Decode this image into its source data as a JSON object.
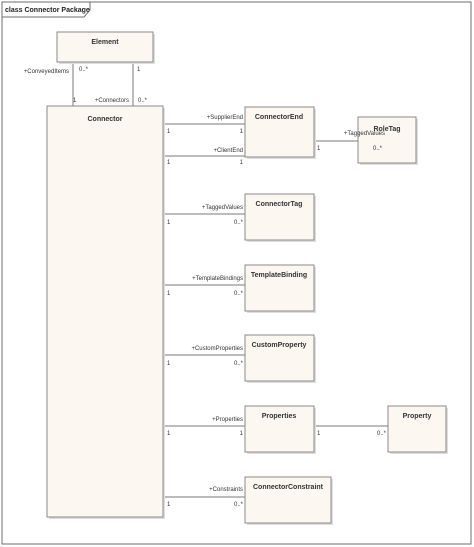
{
  "frame": {
    "title": "class Connector Package"
  },
  "classes": {
    "element": "Element",
    "connector": "Connector",
    "connector_end": "ConnectorEnd",
    "role_tag": "RoleTag",
    "connector_tag": "ConnectorTag",
    "template_binding": "TemplateBinding",
    "custom_property": "CustomProperty",
    "properties": "Properties",
    "property": "Property",
    "connector_constraint": "ConnectorConstraint"
  },
  "associations": {
    "conveyed_items": {
      "role": "+ConveyedItems",
      "mult_element": "0..*",
      "mult_connector": "1"
    },
    "connectors": {
      "role": "+Connectors",
      "mult_element": "1",
      "mult_connector": "0..*"
    },
    "supplier_end": {
      "role": "+SupplierEnd",
      "mult_source": "1",
      "mult_target": "1"
    },
    "client_end": {
      "role": "+ClientEnd",
      "mult_source": "1",
      "mult_target": "1"
    },
    "end_tagged_values": {
      "role": "+TaggedValues",
      "mult_source": "1",
      "mult_target": "0..*"
    },
    "tagged_values": {
      "role": "+TaggedValues",
      "mult_source": "1",
      "mult_target": "0..*"
    },
    "template_bindings": {
      "role": "+TemplateBindings",
      "mult_source": "1",
      "mult_target": "0..*"
    },
    "custom_properties": {
      "role": "+CustomProperties",
      "mult_source": "1",
      "mult_target": "0..*"
    },
    "properties": {
      "role": "+Properties",
      "mult_source": "1",
      "mult_target": "1"
    },
    "property": {
      "mult_source": "1",
      "mult_target": "0..*"
    },
    "constraints": {
      "role": "+Constraints",
      "mult_source": "1",
      "mult_target": "0..*"
    }
  }
}
